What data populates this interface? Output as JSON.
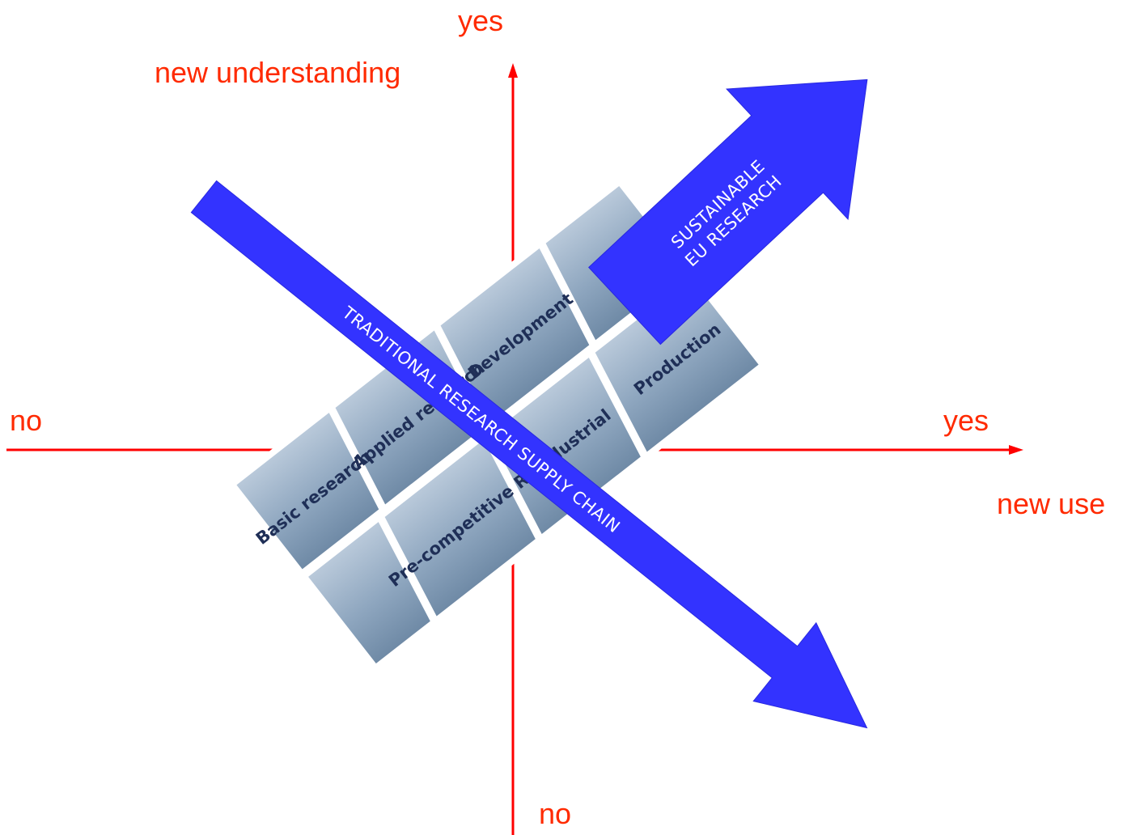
{
  "axes": {
    "vertical": {
      "top": "yes",
      "title": "new understanding",
      "bottom": "no"
    },
    "horizontal": {
      "left": "no",
      "right": "yes",
      "title": "new use"
    }
  },
  "stairs": [
    "Basic research",
    "Applied research",
    "Pre-competitive R&D",
    "Development",
    "Industrial",
    "Production"
  ],
  "arrows": {
    "traditional": "TRADITIONAL RESEARCH SUPPLY CHAIN",
    "sustainable": [
      "SUSTAINABLE",
      "EU RESEARCH"
    ]
  },
  "colors": {
    "axis": "#ff0000",
    "label": "#ff2a00",
    "arrow_fill": "#3333ff",
    "stair_fill": "#8aa3bd",
    "stair_text": "#1f2f57"
  }
}
